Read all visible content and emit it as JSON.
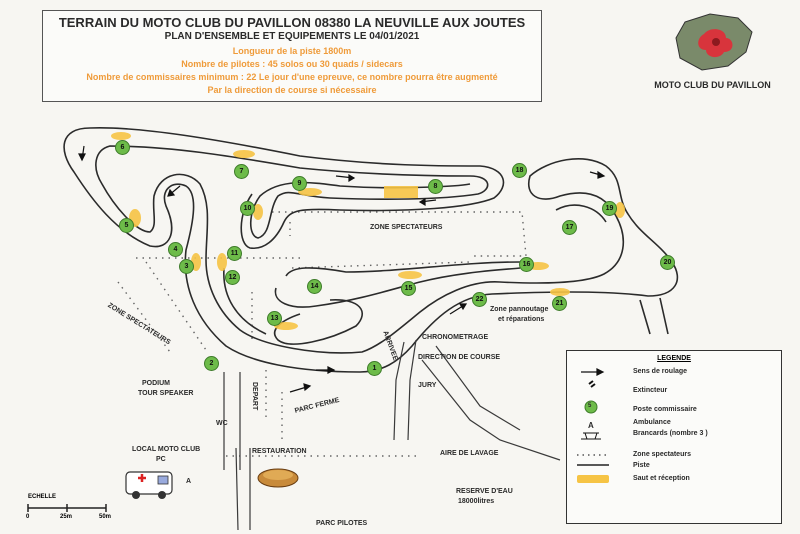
{
  "header": {
    "title": "TERRAIN DU MOTO CLUB DU PAVILLON 08380 LA NEUVILLE AUX JOUTES",
    "subtitle": "PLAN D'ENSEMBLE ET EQUIPEMENTS LE 04/01/2021",
    "line1": "Longueur de la piste 1800m",
    "line2": "Nombre de pilotes : 45 solos ou 30 quads / sidecars",
    "line3": "Nombre de commissaires minimum : 22 Le jour d'une epreuve, ce nombre pourra être augmenté",
    "line4": "Par la direction de course si nécessaire"
  },
  "logo": {
    "text": "MOTO CLUB DU PAVILLON",
    "icon": "map-of-ardennes-logo"
  },
  "labels": {
    "zone_spectateurs_top": "ZONE SPECTATEURS",
    "zone_spectateurs_left": "ZONE SPECTATEURS",
    "zone_pannoutage": "Zone pannoutage",
    "reparations": "et réparations",
    "chronometrage": "CHRONOMETRAGE",
    "direction_course": "DIRECTION DE COURSE",
    "arrivee": "ARRIVEE",
    "depart": "DEPART",
    "jury": "JURY",
    "podium": "PODIUM",
    "tour_speaker": "TOUR SPEAKER",
    "local_club": "LOCAL MOTO CLUB",
    "pc": "PC",
    "a_marker": "A",
    "wc": "WC",
    "parc_ferme": "PARC FERME",
    "restauration": "RESTAURATION",
    "aire_lavage": "AIRE DE LAVAGE",
    "reserve_eau": "RESERVE D'EAU",
    "reserve_litres": "18000litres",
    "parc_pilotes": "PARC PILOTES",
    "echelle": "ECHELLE",
    "scale_0": "0",
    "scale_25": "25m",
    "scale_50": "50m"
  },
  "posts": [
    "1",
    "2",
    "3",
    "4",
    "5",
    "6",
    "7",
    "8",
    "9",
    "10",
    "11",
    "12",
    "13",
    "14",
    "15",
    "16",
    "17",
    "18",
    "19",
    "20",
    "21",
    "22"
  ],
  "legend": {
    "title": "LEGENDE",
    "items": [
      {
        "label": "Sens de roulage",
        "icon": "arrow-icon"
      },
      {
        "label": "Extincteur",
        "icon": "extinguisher-icon"
      },
      {
        "label": "Poste commissaire",
        "icon": "post-icon"
      },
      {
        "label": "Ambulance",
        "icon": "ambulance-icon"
      },
      {
        "label": "Brancards (nombre 3 )",
        "icon": "stretcher-icon"
      },
      {
        "label": "Zone spectateurs",
        "icon": "spectator-line-icon"
      },
      {
        "label": "Piste",
        "icon": "track-line-icon"
      },
      {
        "label": "Saut et réception",
        "icon": "jump-icon"
      }
    ],
    "post_sample": "5",
    "amb_letter": "A"
  },
  "colors": {
    "jump": "#f6c445",
    "post": "#6dbb49",
    "accent_text": "#ef9b3a",
    "logo_red": "#d8343c"
  }
}
